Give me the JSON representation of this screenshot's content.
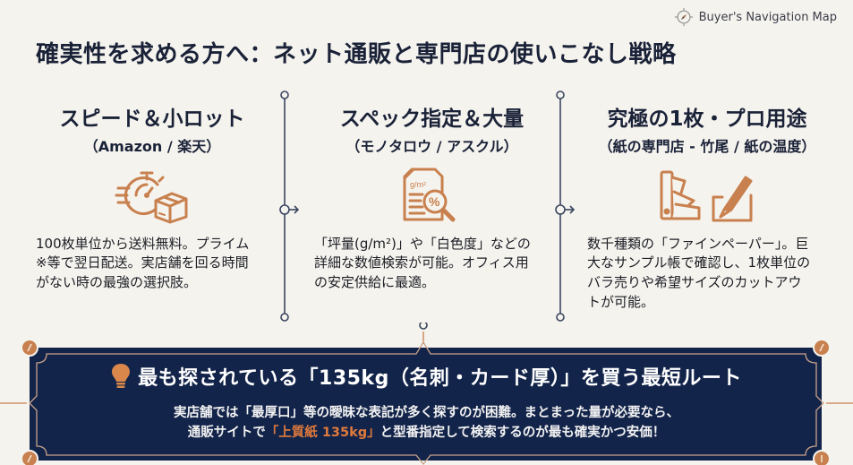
{
  "brand": {
    "label": "Buyer's Navigation Map",
    "icon": "compass-icon"
  },
  "page": {
    "title": "確実性を求める方へ：ネット通販と専門店の使いこなし戦略"
  },
  "colors": {
    "accent": "#c8804e",
    "navy": "#13244a",
    "text": "#1a2238",
    "background": "#f5f3ee",
    "highlight": "#e07a3c"
  },
  "columns": [
    {
      "title": "スピード＆小ロット",
      "subtitle": "（Amazon / 楽天）",
      "icon": "stopwatch-box-icon",
      "body": "100枚単位から送料無料。プライム※等で翌日配送。実店舗を回る時間がない時の最強の選択肢。"
    },
    {
      "title": "スペック指定＆大量",
      "subtitle": "（モノタロウ / アスクル）",
      "icon": "document-search-icon",
      "icon_label": "g/m²",
      "body": "「坪量(g/m²)」や「白色度」などの詳細な数値検索が可能。オフィス用の安定供給に最適。"
    },
    {
      "title": "究極の1枚・プロ用途",
      "subtitle": "（紙の専門店 - 竹尾 / 紙の温度）",
      "icon": "swatch-cutter-icon",
      "body": "数千種類の「ファインペーパー」。巨大なサンプル帳で確認し、1枚単位のバラ売りや希望サイズのカットアウトが可能。"
    }
  ],
  "banner": {
    "icon": "lightbulb-icon",
    "title": "最も探されている「135kg（名刺・カード厚）」を買う最短ルート",
    "line1": "実店舗では「最厚口」等の曖昧な表記が多く探すのが困難。まとまった量が必要なら、",
    "line2_before": "通販サイトで",
    "line2_highlight": "「上質紙 135kg」",
    "line2_after": "と型番指定して検索するのが最も確実かつ安価！"
  }
}
